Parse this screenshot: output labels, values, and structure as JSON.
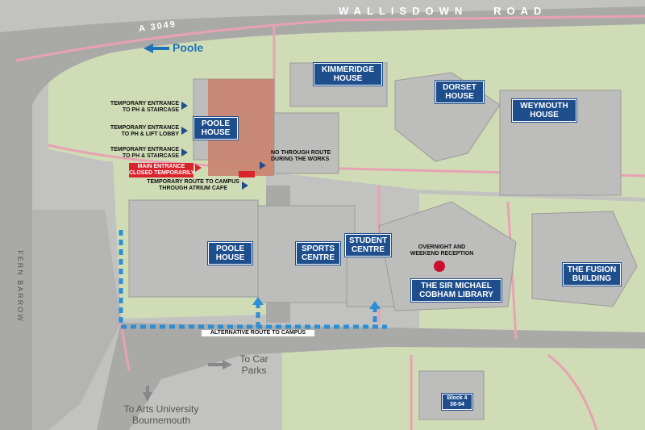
{
  "roads": {
    "main": "WALLISDOWN   ROAD",
    "a_road": "A 3049",
    "fern_barrow": "FERN BARROW"
  },
  "directions": {
    "poole": "Poole",
    "car_parks": "To Car\nParks",
    "arts_university": "To Arts University\nBournemouth"
  },
  "buildings": {
    "kimmeridge": "KIMMERIDGE\nHOUSE",
    "dorset": "DORSET\nHOUSE",
    "weymouth": "WEYMOUTH\nHOUSE",
    "poole_small": "POOLE\nHOUSE",
    "poole_large": "POOLE\nHOUSE",
    "sports": "SPORTS\nCENTRE",
    "student": "STUDENT\nCENTRE",
    "library": "THE SIR MICHAEL\nCOBHAM LIBRARY",
    "fusion": "THE FUSION\nBUILDING",
    "block4": "Block 4\n38-54"
  },
  "notes": {
    "temp_entrance_1": "TEMPORARY ENTRANCE\nTO PH & STAIRCASE",
    "temp_entrance_2": "TEMPORARY ENTRANCE\nTO PH & LIFT LOBBY",
    "temp_entrance_3": "TEMPORARY ENTRANCE\nTO PH & STAIRCASE",
    "main_entrance": "MAIN ENTRANCE\nCLOSED TEMPORARILY",
    "temp_route": "TEMPORARY ROUTE TO CAMPUS\nTHROUGH ATRIUM CAFE",
    "no_through": "NO THROUGH ROUTE\nDURING THE WORKS",
    "alternative_route": "ALTERNATIVE ROUTE TO CAMPUS",
    "reception": "OVERNIGHT AND\nWEEKEND RECEPTION"
  },
  "colors": {
    "grass": "#cfdcb6",
    "road": "#a9a9a8",
    "building": "#bdbdbc",
    "path": "#e8a2b4",
    "label_bg": "#1f4e8c",
    "dotted_route": "#2a8fd6",
    "closed": "#d9232d",
    "works": "#c9826f",
    "poole_arrow": "#1e73b8"
  }
}
